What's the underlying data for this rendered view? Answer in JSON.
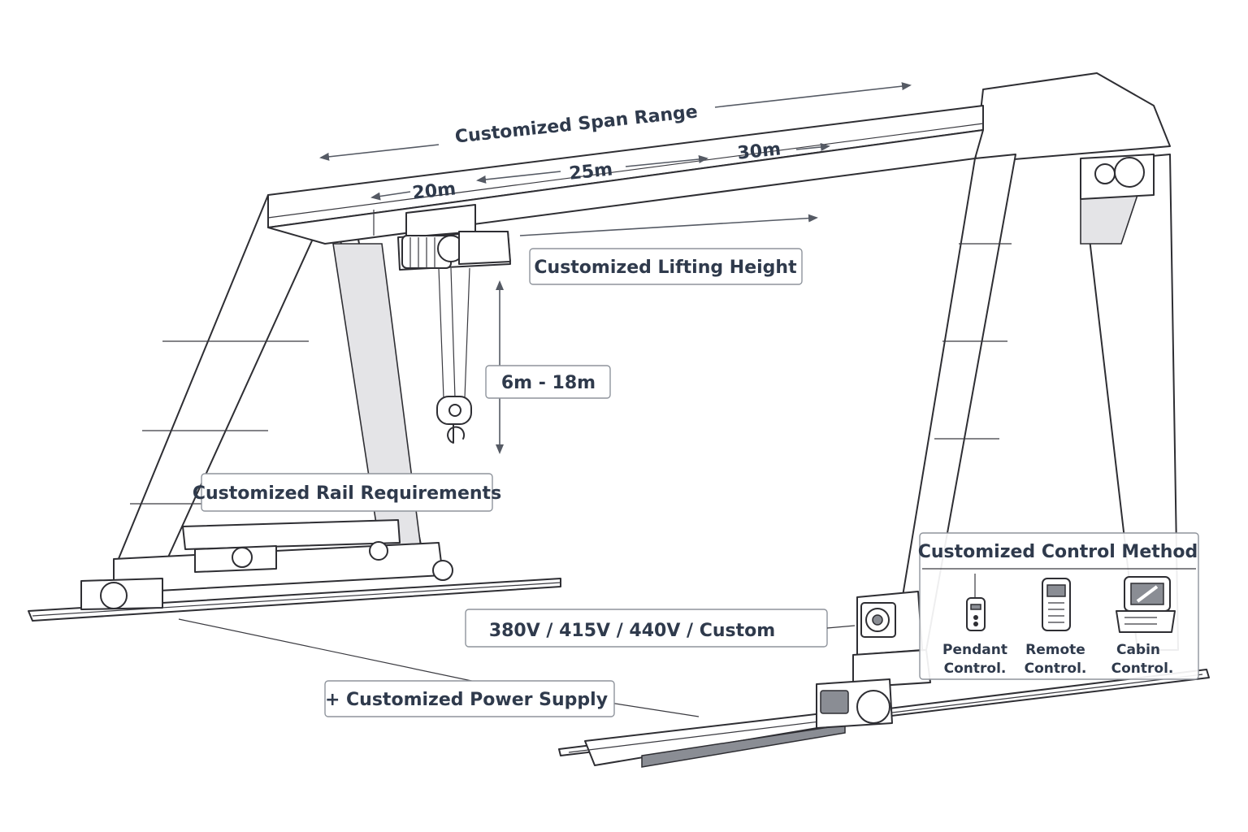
{
  "labels": {
    "span_range": "Customized Span Range",
    "span_20": "20m",
    "span_25": "25m",
    "span_30": "30m",
    "lifting_height": "Customized Lifting Height",
    "height_range": "6m - 18m",
    "rail_requirements": "Customized Rail Requirements",
    "voltage_options": "380V / 415V / 440V / Custom",
    "power_supply": "+ Customized Power Supply",
    "control_method": "Customized Control Method"
  },
  "controls": [
    {
      "line1": "Pendant",
      "line2": "Control.",
      "icon": "pendant-control-icon"
    },
    {
      "line1": "Remote",
      "line2": "Control.",
      "icon": "remote-control-icon"
    },
    {
      "line1": "Cabin",
      "line2": "Control.",
      "icon": "cabin-control-icon"
    }
  ],
  "colors": {
    "text": "#2f3a4c",
    "line": "#2e2e33",
    "shade": "#e4e4e7"
  }
}
